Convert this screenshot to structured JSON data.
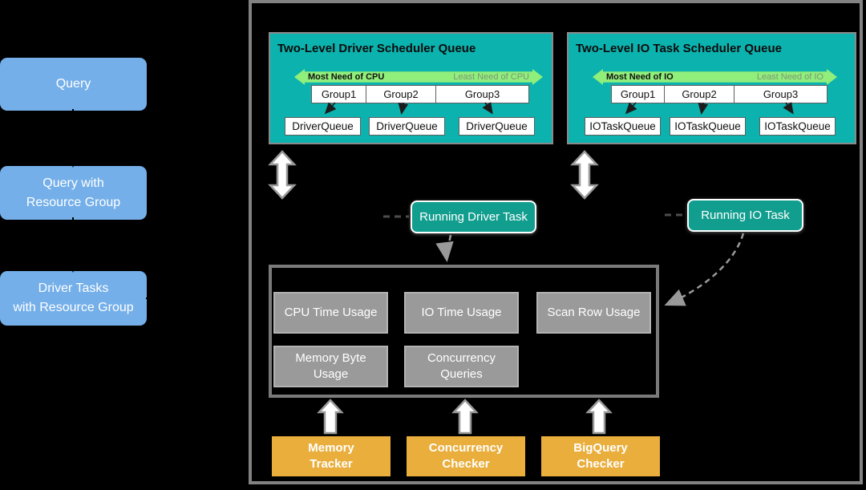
{
  "colors": {
    "background": "#000000",
    "panel_border": "#828282",
    "queue_teal": "#0cb2ae",
    "running_teal": "#119e8e",
    "sidebar_blue": "#74afe9",
    "checker_yellow": "#e9ae3c",
    "gradient_green": "#90ee7b",
    "usage_gray": "#9a9a9a"
  },
  "sidebar": {
    "items": [
      {
        "lines": [
          "Query"
        ]
      },
      {
        "lines": [
          "Query with",
          "Resource Group"
        ]
      },
      {
        "lines": [
          "Driver Tasks",
          "with Resource Group"
        ]
      }
    ]
  },
  "queues": [
    {
      "title": "Two-Level Driver Scheduler Queue",
      "gradient_left": "Most Need of CPU",
      "gradient_right": "Least Need of CPU",
      "groups": [
        "Group1",
        "Group2",
        "Group3"
      ],
      "queue_boxes": [
        "DriverQueue",
        "DriverQueue",
        "DriverQueue"
      ]
    },
    {
      "title": "Two-Level IO Task Scheduler Queue",
      "gradient_left": "Most Need of IO",
      "gradient_right": "Least Need of IO",
      "groups": [
        "Group1",
        "Group2",
        "Group3"
      ],
      "queue_boxes": [
        "IOTaskQueue",
        "IOTaskQueue",
        "IOTaskQueue"
      ]
    }
  ],
  "running_tasks": [
    {
      "label": "Running Driver Task"
    },
    {
      "label": "Running IO Task"
    }
  ],
  "usage_boxes": [
    {
      "lines": [
        "CPU Time Usage",
        ""
      ]
    },
    {
      "lines": [
        "IO Time Usage",
        ""
      ]
    },
    {
      "lines": [
        "Scan Row Usage",
        ""
      ]
    },
    {
      "lines": [
        "Memory Byte",
        "Usage"
      ]
    },
    {
      "lines": [
        "Concurrency",
        "Queries"
      ]
    }
  ],
  "checkers": [
    {
      "lines": [
        "Memory",
        "Tracker"
      ]
    },
    {
      "lines": [
        "Concurrency",
        "Checker"
      ]
    },
    {
      "lines": [
        "BigQuery",
        "Checker"
      ]
    }
  ]
}
